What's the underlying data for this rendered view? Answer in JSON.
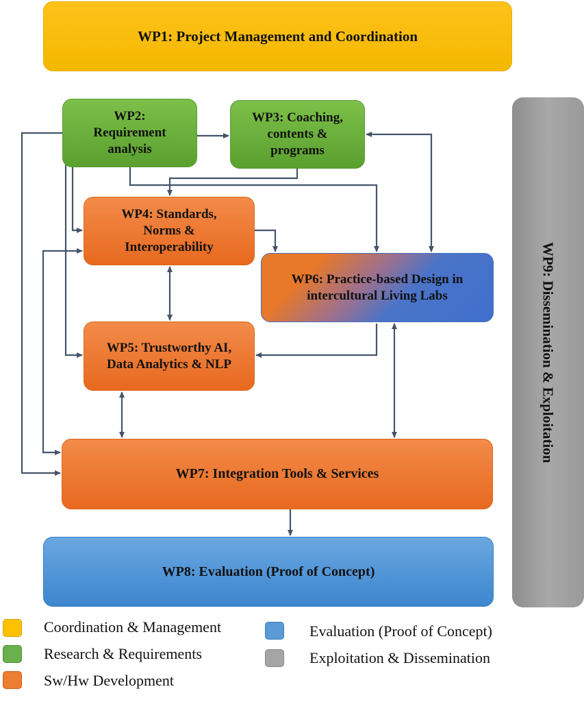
{
  "boxes": {
    "wp1": "WP1: Project Management and Coordination",
    "wp2": [
      "WP2:",
      "Requirement",
      "analysis"
    ],
    "wp3": [
      "WP3: Coaching,",
      "contents &",
      "programs"
    ],
    "wp4": [
      "WP4: Standards,",
      "Norms &",
      "Interoperability"
    ],
    "wp5": [
      "WP5: Trustworthy AI,",
      "Data Analytics & NLP"
    ],
    "wp6": [
      "WP6: Practice-based Design in",
      "intercultural Living Labs"
    ],
    "wp7": "WP7: Integration Tools & Services",
    "wp8": "WP8: Evaluation (Proof of Concept)",
    "wp9": "WP9: Dissemination & Exploitation"
  },
  "legend": [
    {
      "label": "Coordination & Management",
      "color": "#ffc000"
    },
    {
      "label": "Research & Requirements",
      "color": "#6ab04c"
    },
    {
      "label": "Sw/Hw Development",
      "color": "#ed7d31"
    },
    {
      "label": "Evaluation (Proof of Concept)",
      "color": "#5b9bd5"
    },
    {
      "label": "Exploitation & Dissemination",
      "color": "#a5a5a5"
    }
  ],
  "colors": {
    "arrow": "#44546a"
  }
}
